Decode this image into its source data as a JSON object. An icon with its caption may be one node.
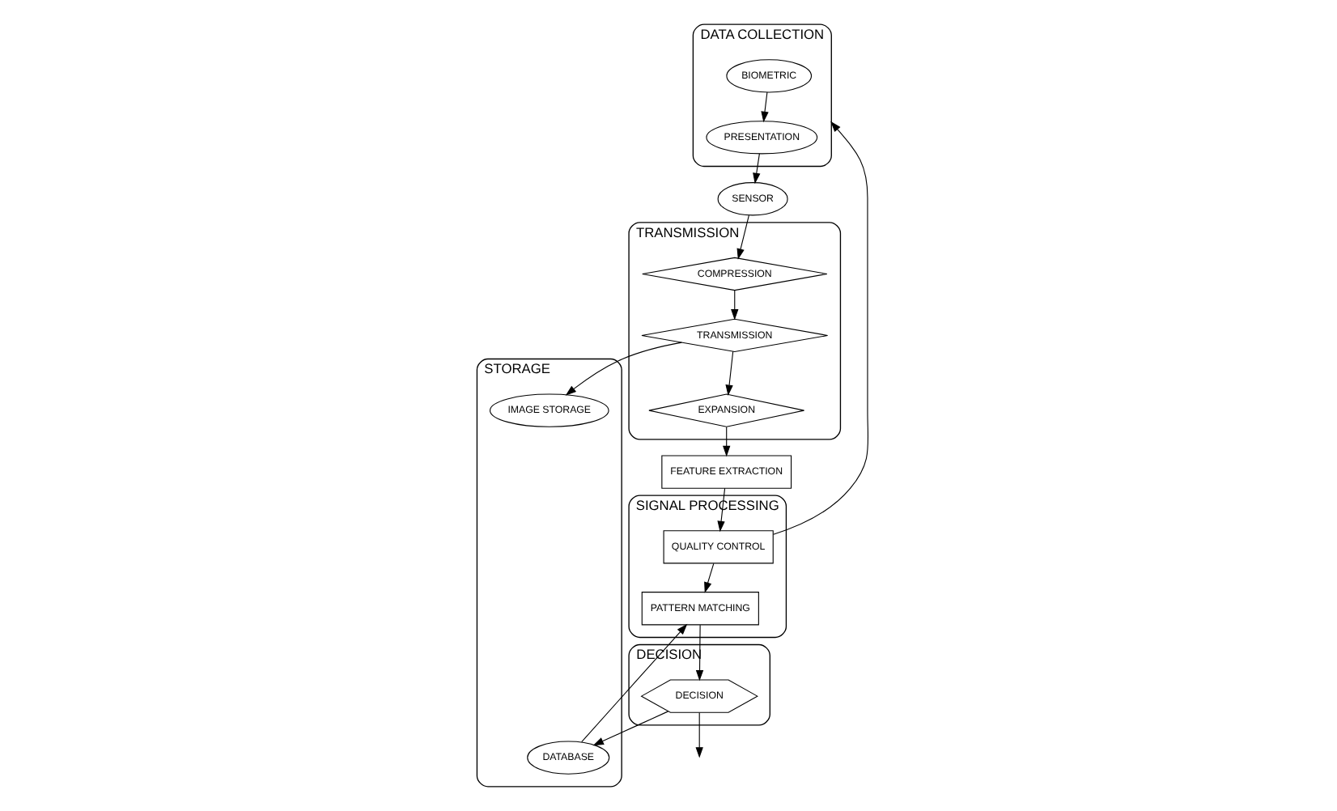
{
  "diagram": {
    "nodes": [
      {
        "text": [
          "DATA COLLECTION"
        ]
      },
      {
        "text": [
          "BIOMETRIC"
        ],
        "in": 0
      },
      {
        "text": [
          "PRESENTATION"
        ],
        "in": 0
      },
      {
        "text": [
          "SENSOR"
        ]
      },
      {
        "text": [
          "SIGNAL PROCESSING"
        ]
      },
      {
        "text": [
          "PATTERN MATCHING"
        ],
        "in": 4
      },
      {
        "text": [
          "QUALITY CONTROL"
        ],
        "in": 4
      },
      {
        "text": [
          "FEATURE EXTRACTION"
        ]
      },
      {
        "text": [
          "DECISION"
        ]
      },
      {
        "text": [
          "DECISION"
        ],
        "in": 8
      },
      {
        "text": [
          "TRANSMISSION"
        ]
      },
      {
        "text": [
          "COMPRESSION"
        ],
        "in": 10
      },
      {
        "text": [
          "TRANSMISSION"
        ],
        "in": 10
      },
      {
        "text": [
          "EXPANSION"
        ],
        "in": 10
      },
      {
        "text": [
          "STORAGE"
        ]
      },
      {
        "text": [
          "DATABASE"
        ],
        "in": 14
      },
      {
        "text": [
          "IMAGE STORAGE"
        ],
        "in": 14
      }
    ],
    "edges": [
      {
        "from": 1,
        "to": 2,
        "arrow": "to"
      },
      {
        "from": 2,
        "to": 3,
        "arrow": "to"
      },
      {
        "from": 3,
        "to": 11,
        "arrow": "to"
      },
      {
        "from": 11,
        "to": 12,
        "arrow": "to"
      },
      {
        "from": 12,
        "to": 13,
        "arrow": "to"
      },
      {
        "from": 13,
        "to": 7,
        "arrow": "to"
      },
      {
        "from": 7,
        "to": 6,
        "arrow": "to"
      },
      {
        "from": 6,
        "to": 5,
        "arrow": "to"
      },
      {
        "from": 6,
        "to": 0,
        "arrow": "to"
      },
      {
        "from": 5,
        "to": 9,
        "arrow": "to"
      },
      {
        "from": 9,
        "to": null,
        "arrow": "to"
      },
      {
        "from": 9,
        "to": 15,
        "arrow": "to"
      },
      {
        "from": 15,
        "to": 5,
        "arrow": "to"
      },
      {
        "from": 12,
        "to": 16,
        "arrow": "to"
      }
    ]
  }
}
